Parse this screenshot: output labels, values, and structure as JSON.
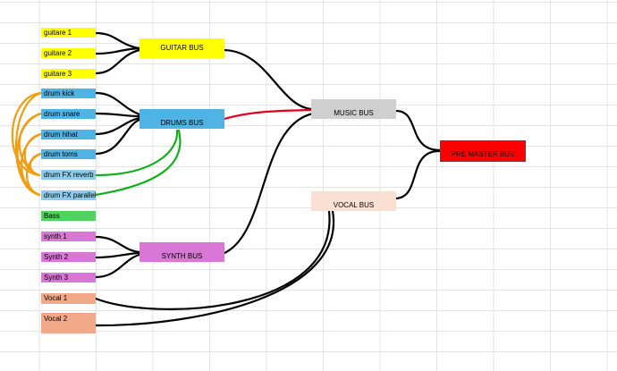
{
  "tracks": {
    "guitare1": "guitare 1",
    "guitare2": "guitare 2",
    "guitare3": "guitare 3",
    "drum_kick": "drum kick",
    "drum_snare": "drum snare",
    "drum_hihat": "drum hihat",
    "drum_toms": "drum toms",
    "drum_fx_reverb": "drum FX reverb",
    "drum_fx_parallel": "drum FX parallel",
    "bass": "Bass",
    "synth1": "synth 1",
    "synth2": "Synth 2",
    "synth3": "Synth 3",
    "vocal1": "Vocal 1",
    "vocal2": "Vocal 2"
  },
  "buses": {
    "guitar": "GUITAR BUS",
    "drums": "DRUMS BUS",
    "synth": "SYNTH BUS",
    "music": "MUSIC BUS",
    "vocal": "VOCAL BUS",
    "premaster": "PRE MASTER BUS"
  },
  "colors": {
    "guitar": "#ffff00",
    "drums": "#4fb3e3",
    "drum_fx": "#8ccbea",
    "bass": "#4fd35f",
    "synth": "#d877d6",
    "vocal_tracks": "#f2a98a",
    "music_bus": "#cfcfcf",
    "vocal_bus": "#fae0d3",
    "premaster_bus": "#ff0000",
    "wire_main": "#000000",
    "wire_drums_to_music": "#e0001b",
    "wire_fx_return": "#11b01a",
    "wire_fx_send": "#f29c12"
  }
}
